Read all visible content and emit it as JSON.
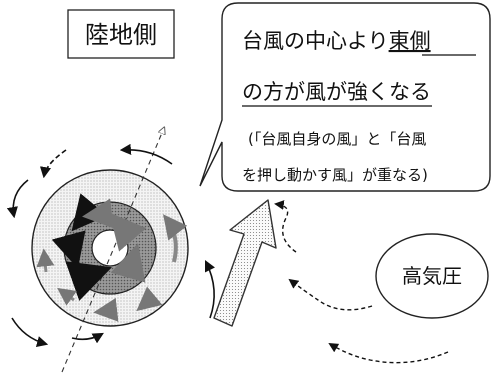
{
  "land_label": "陸地側",
  "high_pressure_label": "高気圧",
  "callout": {
    "line1_plain": "台風の中心より",
    "line1_underlined": "東側",
    "line2_underlined": "の方が風が強くなる",
    "line3": "(「台風自身の風」と「台風",
    "line4": "を押し動かす風」が重なる)"
  }
}
